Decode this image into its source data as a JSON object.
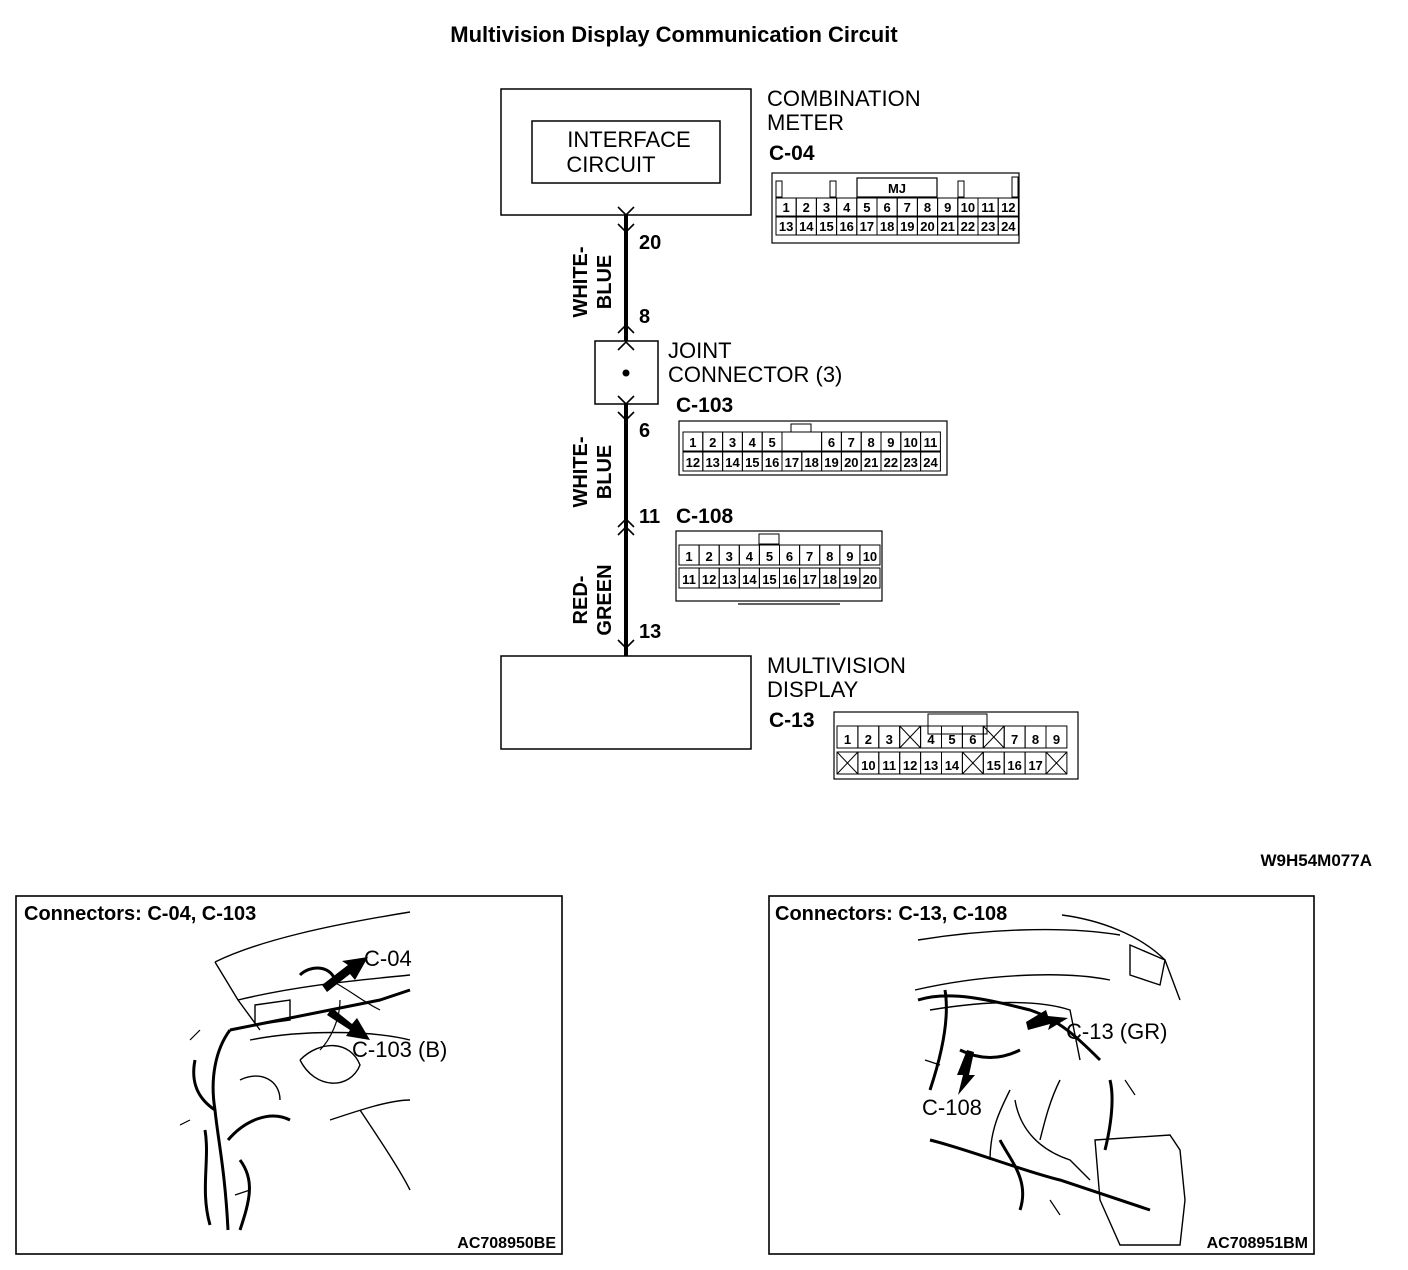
{
  "title": "Multivision Display Communication Circuit",
  "combination_meter": {
    "name_line1": "COMBINATION",
    "name_line2": "METER",
    "connector_id": "C-04",
    "inner_box_line1": "INTERFACE",
    "inner_box_line2": "CIRCUIT",
    "connector_tag": "MJ",
    "pins_row1": [
      "1",
      "2",
      "3",
      "4",
      "5",
      "6",
      "7",
      "8",
      "9",
      "10",
      "11",
      "12"
    ],
    "pins_row2": [
      "13",
      "14",
      "15",
      "16",
      "17",
      "18",
      "19",
      "20",
      "21",
      "22",
      "23",
      "24"
    ]
  },
  "joint_connector": {
    "name_line1": "JOINT",
    "name_line2": "CONNECTOR (3)",
    "connector_id": "C-103",
    "pins_row1": [
      "1",
      "2",
      "3",
      "4",
      "5",
      "",
      "6",
      "7",
      "8",
      "9",
      "10",
      "11"
    ],
    "pins_row2": [
      "12",
      "13",
      "14",
      "15",
      "16",
      "17",
      "18",
      "19",
      "20",
      "21",
      "22",
      "23",
      "24"
    ]
  },
  "intermediate_connector": {
    "connector_id": "C-108",
    "pins_row1": [
      "1",
      "2",
      "3",
      "4",
      "5",
      "6",
      "7",
      "8",
      "9",
      "10"
    ],
    "pins_row2": [
      "11",
      "12",
      "13",
      "14",
      "15",
      "16",
      "17",
      "18",
      "19",
      "20"
    ]
  },
  "multivision_display": {
    "name_line1": "MULTIVISION",
    "name_line2": "DISPLAY",
    "connector_id": "C-13",
    "pins_row1": [
      "1",
      "2",
      "3",
      "X",
      "4",
      "5",
      "6",
      "X",
      "7",
      "8",
      "9"
    ],
    "pins_row2": [
      "X",
      "10",
      "11",
      "12",
      "13",
      "14",
      "X",
      "15",
      "16",
      "17",
      "X"
    ]
  },
  "wires": {
    "wire1_line1": "WHITE-",
    "wire1_line2": "BLUE",
    "wire2_line1": "WHITE-",
    "wire2_line2": "BLUE",
    "wire3_line1": "RED-",
    "wire3_line2": "GREEN",
    "pin_20": "20",
    "pin_8": "8",
    "pin_6": "6",
    "pin_11": "11",
    "pin_13": "13"
  },
  "diagram_code": "W9H54M077A",
  "location_left": {
    "heading": "Connectors: C-04, C-103",
    "label1": "C-04",
    "label2": "C-103 (B)",
    "code": "AC708950BE"
  },
  "location_right": {
    "heading": "Connectors: C-13, C-108",
    "label1": "C-13 (GR)",
    "label2": "C-108",
    "code": "AC708951BM"
  }
}
